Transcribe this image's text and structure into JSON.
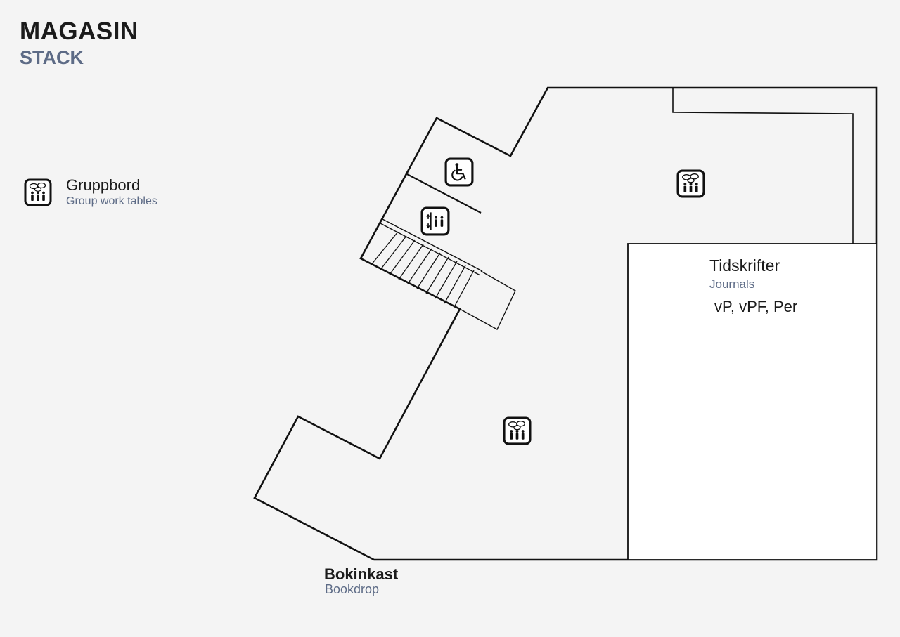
{
  "header": {
    "title": "MAGASIN",
    "subtitle": "STACK"
  },
  "legend": {
    "icon": "group-work-table-icon",
    "label": "Gruppbord",
    "sublabel": "Group work tables"
  },
  "areas": {
    "journals": {
      "label": "Tidskrifter",
      "sublabel": "Journals",
      "codes": "vP, vPF, Per"
    },
    "bookdrop": {
      "label": "Bokinkast",
      "sublabel": "Bookdrop"
    }
  },
  "icons": {
    "accessible": "wheelchair-icon",
    "elevator": "elevator-icon",
    "group_tables": [
      "group-work-table-icon",
      "group-work-table-icon"
    ]
  },
  "colors": {
    "ink": "#1b1b1b",
    "secondary_text": "#5d6b86",
    "background": "#f4f4f4",
    "journals_area": "#ffffff"
  }
}
